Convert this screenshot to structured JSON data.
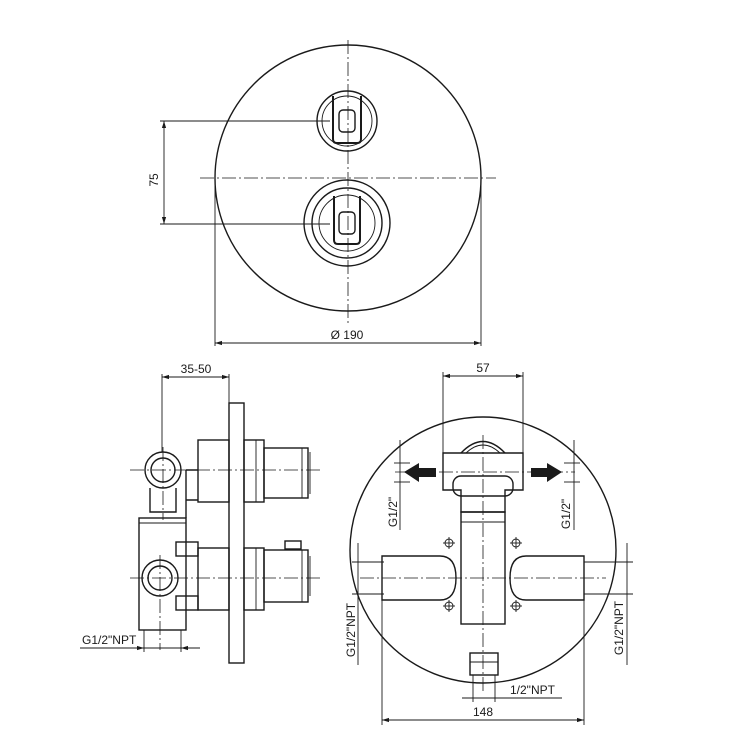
{
  "dimensions": {
    "diameter": "Ø 190",
    "spacing": "75",
    "wall_depth": "35-50",
    "outlet_spacing": "57",
    "outlet_thread_left": "G1/2\"",
    "outlet_thread_right": "G1/2\"",
    "side_thread": "G1/2\"NPT",
    "inlet_thread_left": "G1/2\"NPT",
    "inlet_thread_right": "G1/2\"NPT",
    "bottom_thread": "1/2\"NPT",
    "body_width": "148"
  }
}
